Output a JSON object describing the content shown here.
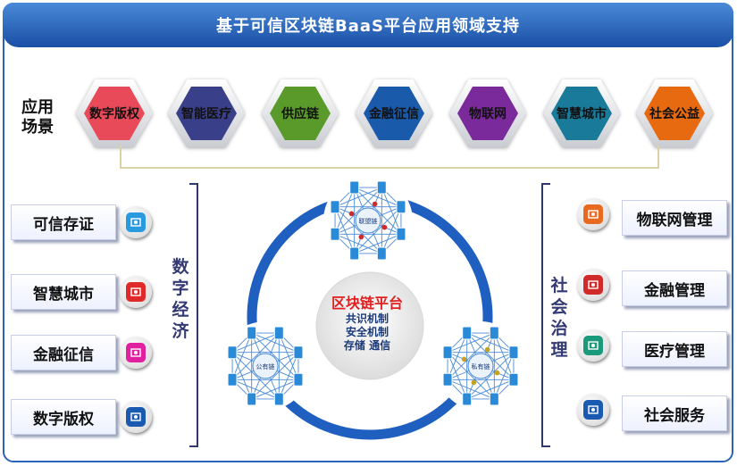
{
  "title": "基于可信区块链BaaS平台应用领域支持",
  "app_scene_label": "应用场景",
  "hexagons": [
    {
      "label": "数字版权",
      "color": "#e84a5a"
    },
    {
      "label": "智能医疗",
      "color": "#3a3f8a"
    },
    {
      "label": "供应链",
      "color": "#5a9a2a"
    },
    {
      "label": "金融征信",
      "color": "#1a5aaa"
    },
    {
      "label": "物联网",
      "color": "#7a2a9a"
    },
    {
      "label": "智慧城市",
      "color": "#1a7a9a"
    },
    {
      "label": "社会公益",
      "color": "#e86a10"
    }
  ],
  "left_items": [
    {
      "label": "可信存证",
      "icon": "certificate-icon",
      "color": "#2a9ae0"
    },
    {
      "label": "智慧城市",
      "icon": "city-icon",
      "color": "#e02a2a"
    },
    {
      "label": "金融征信",
      "icon": "credit-icon",
      "color": "#e020a0"
    },
    {
      "label": "数字版权",
      "icon": "copyright-icon",
      "color": "#1a5ab0"
    }
  ],
  "right_items": [
    {
      "label": "物联网管理",
      "icon": "iot-icon",
      "color": "#e86a20"
    },
    {
      "label": "金融管理",
      "icon": "finance-icon",
      "color": "#d02a2a"
    },
    {
      "label": "医疗管理",
      "icon": "medical-icon",
      "color": "#1a9a7a"
    },
    {
      "label": "社会服务",
      "icon": "service-icon",
      "color": "#1a5ab0"
    }
  ],
  "left_vertical_label": "数字经济",
  "right_vertical_label": "社会治理",
  "center": {
    "title": "区块链平台",
    "lines": [
      "共识机制",
      "安全机制",
      "存储 通信"
    ]
  },
  "networks": [
    {
      "label": "联盟链"
    },
    {
      "label": "公有链"
    },
    {
      "label": "私有链"
    }
  ]
}
